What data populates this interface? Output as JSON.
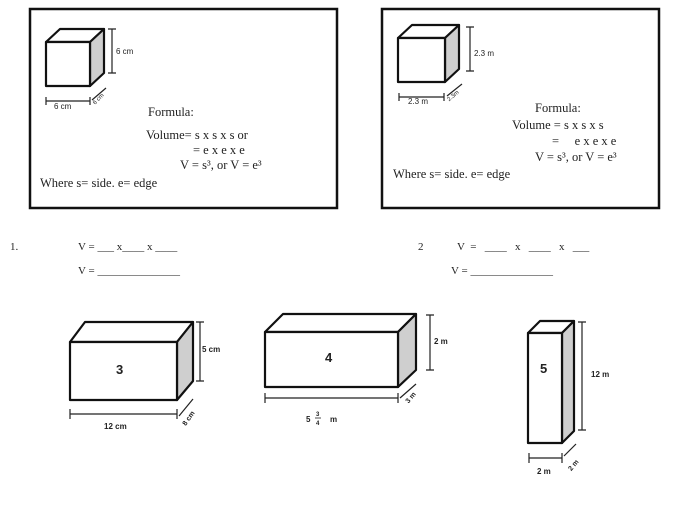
{
  "examples": [
    {
      "height_label": "6 cm",
      "width_label": "6 cm",
      "depth_label": "6 cm",
      "formula_title": "Formula:",
      "line1": "Volume= s x s x s or",
      "line2": "= e x e x e",
      "line3": "V = s³, or V = e³",
      "where": "Where s= side. e= edge"
    },
    {
      "height_label": "2.3 m",
      "width_label": "2.3 m",
      "depth_label": "2.3m",
      "formula_title": "Formula:",
      "line1": "Volume = s x s x s",
      "line2": "=     e x e x e",
      "line3": "V = s³, or V = e³",
      "where": "Where s= side. e= edge"
    }
  ],
  "exercises": [
    {
      "number": "1.",
      "line1": "V = ___ x____ x ____",
      "line2": "V = _______________"
    },
    {
      "number": "2",
      "line1": "V  =   ____   x   ____   x   ___",
      "line2": "V = _______________"
    }
  ],
  "prisms": [
    {
      "number": "3",
      "height_label": "5 cm",
      "length_label": "12 cm",
      "depth_label": "8 cm"
    },
    {
      "number": "4",
      "height_label": "2 m",
      "length_whole": "5",
      "length_num": "3",
      "length_den": "4",
      "length_unit": "m",
      "depth_label": "3 m"
    },
    {
      "number": "5",
      "height_label": "12 m",
      "length_label": "2 m",
      "depth_label": "2 m"
    }
  ]
}
